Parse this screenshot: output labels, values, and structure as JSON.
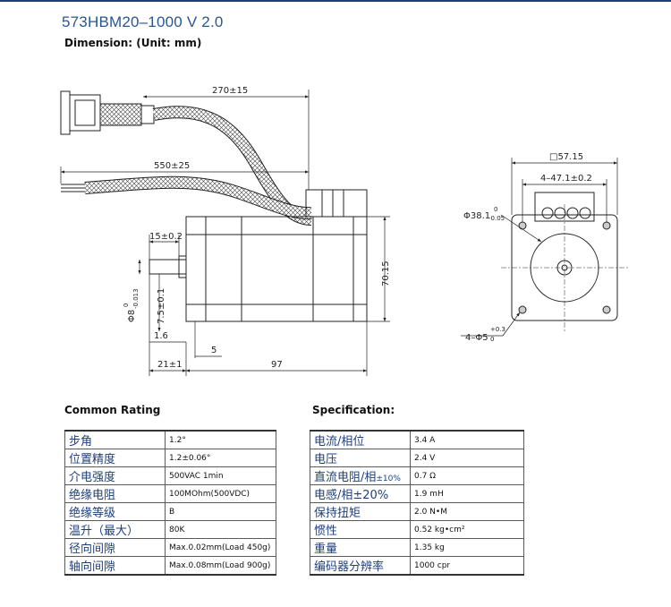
{
  "header": {
    "model": "573HBM20–1000 V 2.0",
    "dimension_title": "Dimension: (Unit: mm)"
  },
  "drawing": {
    "side_view": {
      "cable_length_1": "270±15",
      "cable_length_2": "550±25",
      "key_length": "15±0.2",
      "shaft_dia": "Φ8",
      "shaft_tol_upper": "0",
      "shaft_tol_lower": "-0.013",
      "flat_depth": "7.5±0.1",
      "boss_height": "1.6",
      "flange_thickness": "5",
      "shaft_length": "21±1",
      "body_length": "97",
      "body_height": "70.15"
    },
    "front_view": {
      "frame_size": "□57.15",
      "hole_pitch": "4–47.1±0.2",
      "pilot_dia": "Φ38.1",
      "pilot_tol_upper": "0",
      "pilot_tol_lower": "-0.05",
      "mount_holes": "4–Φ5",
      "mount_tol_upper": "+0.3",
      "mount_tol_lower": "0"
    }
  },
  "common_rating": {
    "title": "Common Rating",
    "rows": [
      {
        "label": "步角",
        "value": "1.2°"
      },
      {
        "label": "位置精度",
        "value": "1.2±0.06°"
      },
      {
        "label": "介电强度",
        "value": "500VAC 1min"
      },
      {
        "label": "绝缘电阻",
        "value": "100MOhm(500VDC)"
      },
      {
        "label": "绝缘等级",
        "value": "B"
      },
      {
        "label": "温升（最大）",
        "value": "80K"
      },
      {
        "label": "径向间隙",
        "value": "Max.0.02mm(Load 450g)"
      },
      {
        "label": "轴向间隙",
        "value": "Max.0.08mm(Load 900g)"
      }
    ]
  },
  "specification": {
    "title": "Specification:",
    "rows": [
      {
        "label": "电流/相位",
        "label_small": "",
        "value": "3.4 A"
      },
      {
        "label": "电压",
        "label_small": "",
        "value": "2.4 V"
      },
      {
        "label": "直流电阻/相",
        "label_small": "±10%",
        "value": "0.7 Ω"
      },
      {
        "label": "电感/相±20%",
        "label_small": "",
        "value": "1.9 mH"
      },
      {
        "label": "保持扭矩",
        "label_small": "",
        "value": "2.0 N•M"
      },
      {
        "label": "惯性",
        "label_small": "",
        "value": "0.52 kg•cm²"
      },
      {
        "label": "重量",
        "label_small": "",
        "value": "1.35 kg"
      },
      {
        "label": "编码器分辨率",
        "label_small": "",
        "value": "1000 cpr"
      }
    ]
  }
}
